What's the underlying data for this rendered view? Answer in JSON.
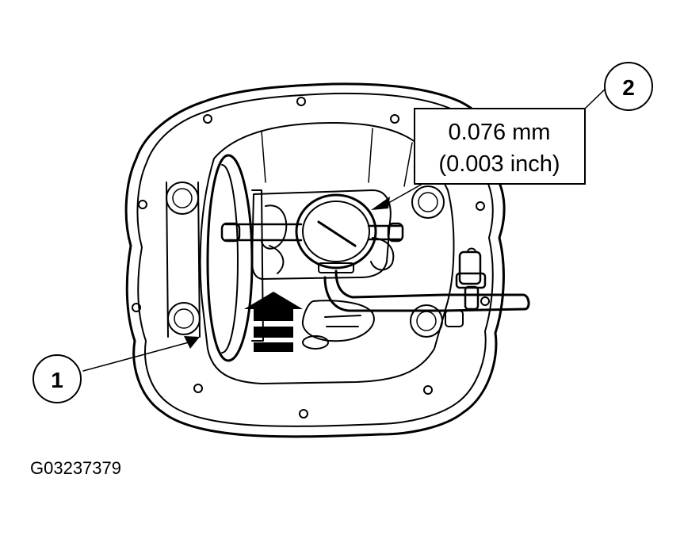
{
  "callouts": [
    {
      "number": "1"
    },
    {
      "number": "2",
      "measurement_line1": "0.076 mm",
      "measurement_line2": "(0.003 inch)"
    }
  ],
  "figure_id": "G03237379",
  "colors": {
    "ink": "#000000",
    "paper": "#ffffff"
  }
}
